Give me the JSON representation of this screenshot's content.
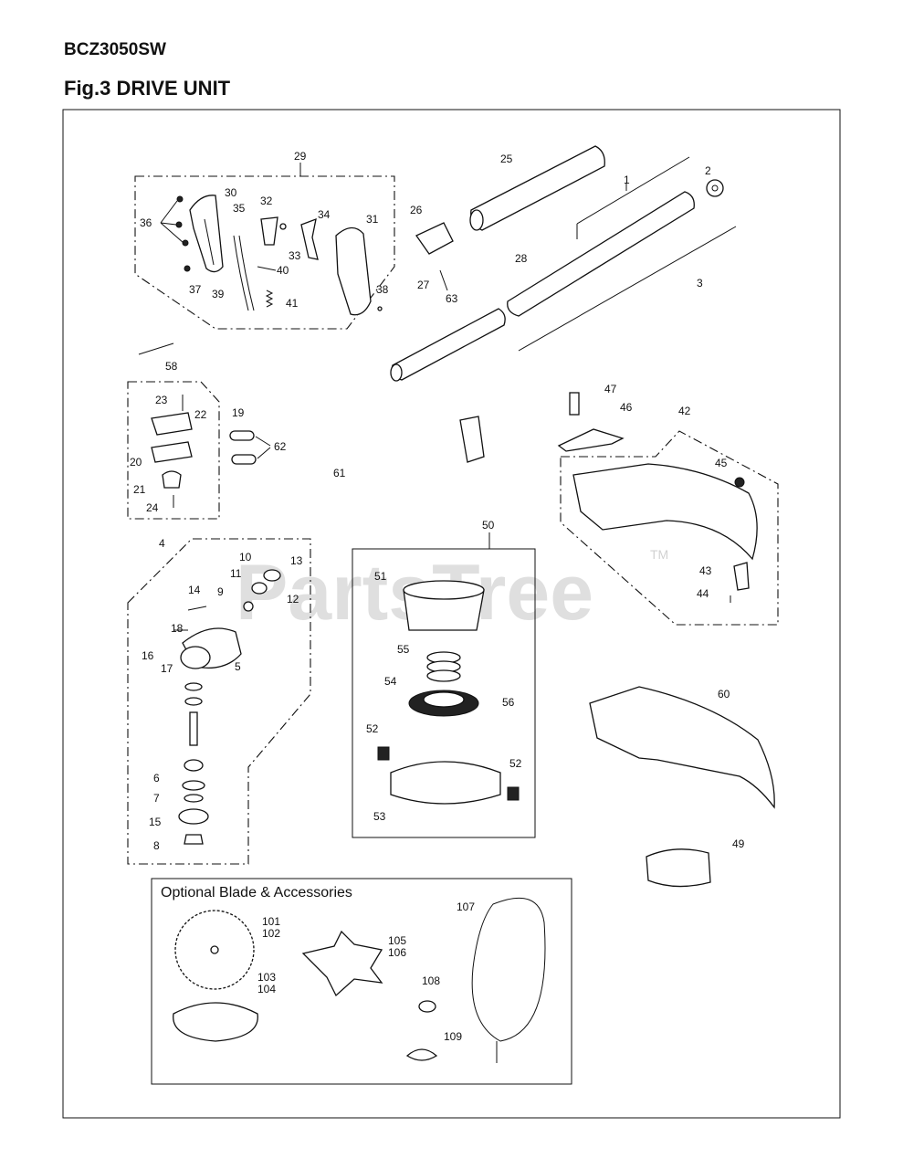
{
  "header": {
    "model": "BCZ3050SW",
    "figure_title": "Fig.3 DRIVE UNIT"
  },
  "watermark": {
    "text": "PartsTree",
    "tm": "TM"
  },
  "accessories": {
    "title": "Optional Blade & Accessories"
  },
  "labels": {
    "p1": "1",
    "p2": "2",
    "p3": "3",
    "p4": "4",
    "p5": "5",
    "p6": "6",
    "p7": "7",
    "p8": "8",
    "p9": "9",
    "p10": "10",
    "p11": "11",
    "p12": "12",
    "p13": "13",
    "p14": "14",
    "p15": "15",
    "p16": "16",
    "p17": "17",
    "p18": "18",
    "p19": "19",
    "p20": "20",
    "p21": "21",
    "p22": "22",
    "p23": "23",
    "p24": "24",
    "p25": "25",
    "p26": "26",
    "p27": "27",
    "p28": "28",
    "p29": "29",
    "p30": "30",
    "p31": "31",
    "p32": "32",
    "p33": "33",
    "p34": "34",
    "p35": "35",
    "p36": "36",
    "p37": "37",
    "p38": "38",
    "p39": "39",
    "p40": "40",
    "p41": "41",
    "p42": "42",
    "p43": "43",
    "p44": "44",
    "p45": "45",
    "p46": "46",
    "p47": "47",
    "p49": "49",
    "p50": "50",
    "p51": "51",
    "p52a": "52",
    "p52b": "52",
    "p53": "53",
    "p54": "54",
    "p55": "55",
    "p56": "56",
    "p58": "58",
    "p60": "60",
    "p61": "61",
    "p62": "62",
    "p63": "63",
    "p101": "101",
    "p102": "102",
    "p103": "103",
    "p104": "104",
    "p105": "105",
    "p106": "106",
    "p107": "107",
    "p108": "108",
    "p109": "109"
  }
}
